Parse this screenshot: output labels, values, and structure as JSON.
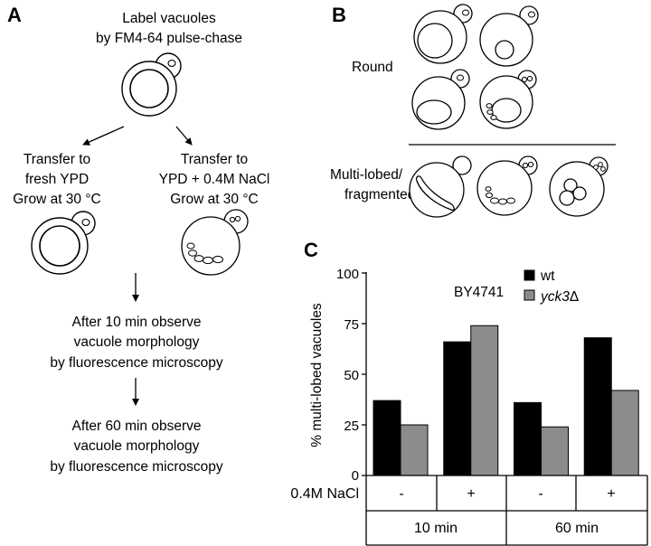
{
  "panel_a": {
    "letter": "A",
    "step1": [
      "Label vacuoles",
      "by FM4-64 pulse-chase"
    ],
    "left_branch": [
      "Transfer to",
      "fresh YPD",
      "Grow at 30 °C"
    ],
    "right_branch": [
      "Transfer to",
      "YPD + 0.4M NaCl",
      "Grow at 30 °C"
    ],
    "step_10min": [
      "After 10 min observe",
      "vacuole morphology",
      "by fluorescence microscopy"
    ],
    "step_60min": [
      "After 60 min observe",
      "vacuole morphology",
      "by fluorescence microscopy"
    ]
  },
  "panel_b": {
    "letter": "B",
    "category_round": "Round",
    "category_multi": [
      "Multi-lobed/",
      "fragmented"
    ]
  },
  "panel_c": {
    "letter": "C",
    "strain": "BY4741",
    "nacl_label": "0.4M NaCl",
    "nacl_values": [
      "-",
      "+",
      "-",
      "+"
    ],
    "time_labels": [
      "10 min",
      "60 min"
    ]
  },
  "chart_data": {
    "type": "bar",
    "categories": [
      "10 min -",
      "10 min +",
      "60 min -",
      "60 min +"
    ],
    "series": [
      {
        "name": "wt",
        "color": "#000000",
        "values": [
          37,
          66,
          36,
          68
        ]
      },
      {
        "name": "yck3Δ",
        "color": "#8c8c8c",
        "values": [
          25,
          74,
          24,
          42
        ]
      }
    ],
    "legend_names": {
      "wt": "wt",
      "mutant_prefix": "yck3",
      "mutant_suffix": "Δ"
    },
    "ylabel": "% multi-lobed vacuoles",
    "yticks": [
      "0",
      "25",
      "50",
      "75",
      "100"
    ],
    "ylim": [
      0,
      100
    ],
    "grid": false,
    "legend_placement": "top-right"
  }
}
